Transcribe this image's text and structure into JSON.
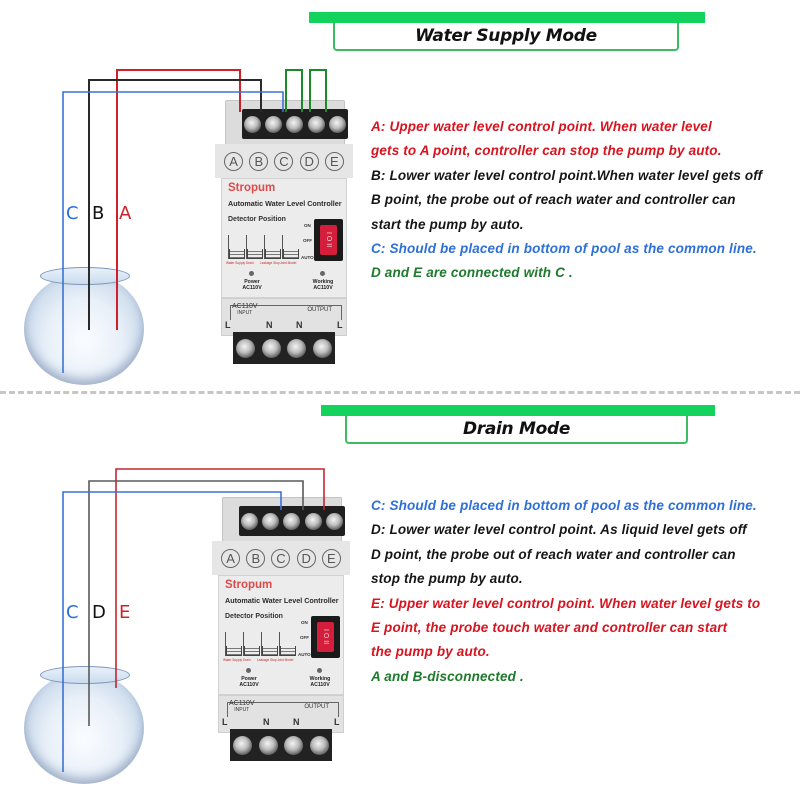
{
  "sections": [
    {
      "id": "water-supply",
      "title": "Water Supply Mode",
      "wire_labels": {
        "left": "C",
        "middle": "B",
        "right": "A"
      },
      "description": [
        {
          "text": "A:  Upper water level control point. When water level",
          "color": "red"
        },
        {
          "text": "gets to A point, controller can stop the pump by auto.",
          "color": "red"
        },
        {
          "text": "B:  Lower water level control point.When water level gets off",
          "color": "black"
        },
        {
          "text": "B point, the probe out of reach water and controller can",
          "color": "black"
        },
        {
          "text": "start the pump by auto.",
          "color": "black"
        },
        {
          "text": "C:  Should be placed in bottom of pool as the common line.",
          "color": "blue"
        },
        {
          "text": "D and E are connected with C .",
          "color": "green"
        }
      ]
    },
    {
      "id": "drain",
      "title": "Drain Mode",
      "wire_labels": {
        "left": "C",
        "middle": "D",
        "right": "E"
      },
      "description": [
        {
          "text": "C:  Should be placed in bottom of pool as the common line.",
          "color": "blue"
        },
        {
          "text": "D:  Lower water level control point. As liquid level gets off",
          "color": "black"
        },
        {
          "text": "D point, the probe out of reach water and controller can",
          "color": "black"
        },
        {
          "text": "stop the pump by auto.",
          "color": "black"
        },
        {
          "text": "E:  Upper water level control point. When water level gets to",
          "color": "red"
        },
        {
          "text": "E point, the probe touch water and controller can start",
          "color": "red"
        },
        {
          "text": "the pump by auto.",
          "color": "red"
        },
        {
          "text": "A and B-disconnected .",
          "color": "green"
        }
      ]
    }
  ],
  "controller": {
    "brand": "Stropum",
    "product": "Automatic Water Level Controller",
    "detector_position": "Detector Position",
    "terminals": [
      "A",
      "B",
      "C",
      "D",
      "E"
    ],
    "switch_labels": {
      "on": "ON",
      "off": "OFF",
      "auto": "AUTO"
    },
    "switch_glyph": "I O II",
    "mini_diagrams": [
      {
        "top": "ABCDE",
        "caption": "Water Supply"
      },
      {
        "top": "ABCDE",
        "caption": "Drain"
      },
      {
        "top": "ABCDE",
        "caption": "Leakage Stop"
      },
      {
        "top": "ABC  DE",
        "caption": "Joint Model"
      }
    ],
    "power_label": "Power",
    "power_voltage": "AC110V",
    "working_label": "Working",
    "working_voltage": "AC110V",
    "input_voltage": "AC110V",
    "input_label": "INPUT",
    "output_label": "OUTPUT",
    "bottom_terminals": [
      "L",
      "N",
      "N",
      "L"
    ]
  },
  "colors": {
    "red": "#d7141f",
    "black": "#161616",
    "blue": "#2e6fd8",
    "green": "#1e7a2c",
    "header_green": "#14d35c",
    "wire_red": "#d0202a",
    "wire_black": "#2a2a2a",
    "wire_blue": "#3a72d6",
    "wire_green": "#1d8a2a"
  }
}
